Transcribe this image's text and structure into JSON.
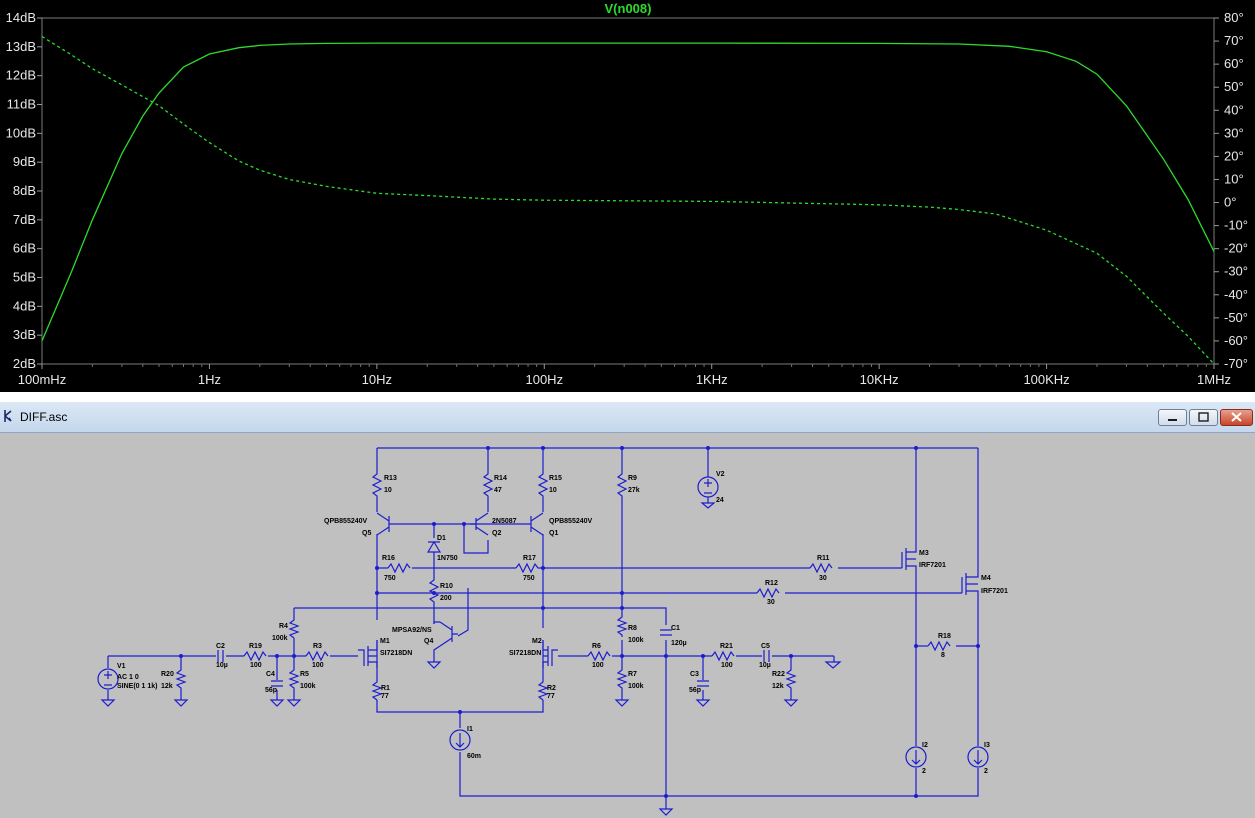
{
  "plot": {
    "trace_title": "V(n008)",
    "left_axis_labels": [
      "14dB",
      "13dB",
      "12dB",
      "11dB",
      "10dB",
      "9dB",
      "8dB",
      "7dB",
      "6dB",
      "5dB",
      "4dB",
      "3dB",
      "2dB"
    ],
    "right_axis_labels": [
      "80°",
      "70°",
      "60°",
      "50°",
      "40°",
      "30°",
      "20°",
      "10°",
      "0°",
      "-10°",
      "-20°",
      "-30°",
      "-40°",
      "-50°",
      "-60°",
      "-70°"
    ],
    "x_axis_labels": [
      "100mHz",
      "1Hz",
      "10Hz",
      "100Hz",
      "1KHz",
      "10KHz",
      "100KHz",
      "1MHz"
    ],
    "trace_color": "#2bdc2b"
  },
  "chart_data": {
    "type": "line",
    "title": "V(n008)",
    "x_scale": "log",
    "x_ticks": [
      "100mHz",
      "1Hz",
      "10Hz",
      "100Hz",
      "1KHz",
      "10KHz",
      "100KHz",
      "1MHz"
    ],
    "xlim_hz": [
      0.1,
      1000000
    ],
    "y_left_label": "dB",
    "ylim_left": [
      2,
      14
    ],
    "y_right_label": "degrees",
    "ylim_right": [
      -70,
      80
    ],
    "series": [
      {
        "axis": "left",
        "style": "solid",
        "x": [
          0.1,
          0.15,
          0.2,
          0.3,
          0.4,
          0.5,
          0.7,
          1,
          1.5,
          2,
          3,
          5,
          10,
          100,
          1000,
          10000,
          30000,
          60000,
          100000,
          150000,
          200000,
          300000,
          500000,
          700000,
          1000000
        ],
        "y": [
          2.8,
          5.2,
          7.0,
          9.3,
          10.6,
          11.4,
          12.3,
          12.75,
          12.97,
          13.05,
          13.1,
          13.12,
          13.13,
          13.13,
          13.13,
          13.12,
          13.1,
          13.02,
          12.83,
          12.5,
          12.05,
          10.95,
          9.1,
          7.7,
          5.9
        ]
      },
      {
        "axis": "right",
        "style": "dashed",
        "x": [
          0.1,
          0.15,
          0.2,
          0.3,
          0.5,
          0.7,
          1,
          1.5,
          2,
          3,
          5,
          10,
          20,
          50,
          100,
          1000,
          10000,
          20000,
          30000,
          50000,
          100000,
          200000,
          300000,
          500000,
          700000,
          1000000
        ],
        "y": [
          72,
          64,
          58,
          51,
          42,
          34,
          26,
          18,
          14,
          10,
          7,
          4,
          3,
          1.5,
          1,
          0.5,
          -1,
          -2,
          -3,
          -5,
          -12,
          -22,
          -32,
          -48,
          -58,
          -70
        ]
      }
    ]
  },
  "window": {
    "title": "DIFF.asc",
    "minimize_icon": "minimize-icon",
    "maximize_icon": "maximize-icon",
    "close_icon": "close-icon"
  },
  "schematic": {
    "labels": {
      "r13": "R13",
      "r13v": "10",
      "r14": "R14",
      "r14v": "47",
      "r15": "R15",
      "r15v": "10",
      "r9": "R9",
      "r9v": "27k",
      "v2": "V2",
      "v2v": "24",
      "q5m": "QPB855240V",
      "q5": "Q5",
      "q2m": "2N5087",
      "q2": "Q2",
      "q1m": "QPB855240V",
      "q1": "Q1",
      "d1": "D1",
      "d1m": "1N750",
      "r16": "R16",
      "r16v": "750",
      "r17": "R17",
      "r17v": "750",
      "r11": "R11",
      "r11v": "30",
      "m3": "M3",
      "m3m": "IRF7201",
      "r12": "R12",
      "r12v": "30",
      "m4": "M4",
      "m4m": "IRF7201",
      "r10": "R10",
      "r10v": "200",
      "r4": "R4",
      "r4v": "100k",
      "q4m": "MPSA92/NS",
      "q4": "Q4",
      "m1": "M1",
      "m1m": "SI7218DN",
      "m2": "M2",
      "m2m": "SI7218DN",
      "r8": "R8",
      "r8v": "100k",
      "c1": "C1",
      "c1v": "120µ",
      "r18": "R18",
      "r18v": "8",
      "v1": "V1",
      "v1a": "AC 1 0",
      "v1b": "SINE(0 1 1k)",
      "r20": "R20",
      "r20v": "12k",
      "c2": "C2",
      "c2v": "10µ",
      "r19": "R19",
      "r19v": "100",
      "r3": "R3",
      "r3v": "100",
      "c4": "C4",
      "c4v": "56p",
      "r5": "R5",
      "r5v": "100k",
      "r6": "R6",
      "r6v": "100",
      "r7": "R7",
      "r7v": "100k",
      "r21": "R21",
      "r21v": "100",
      "c5": "C5",
      "c5v": "10µ",
      "c3": "C3",
      "c3v": "56p",
      "r22": "R22",
      "r22v": "12k",
      "r1": "R1",
      "r1v": "77",
      "r2": "R2",
      "r2v": "77",
      "i1": "I1",
      "i1v": "60m",
      "i2": "I2",
      "i2v": "2",
      "i3": "I3",
      "i3v": "2"
    },
    "wire_color": "#1c1cd0",
    "background_color": "#c0c0c0"
  }
}
